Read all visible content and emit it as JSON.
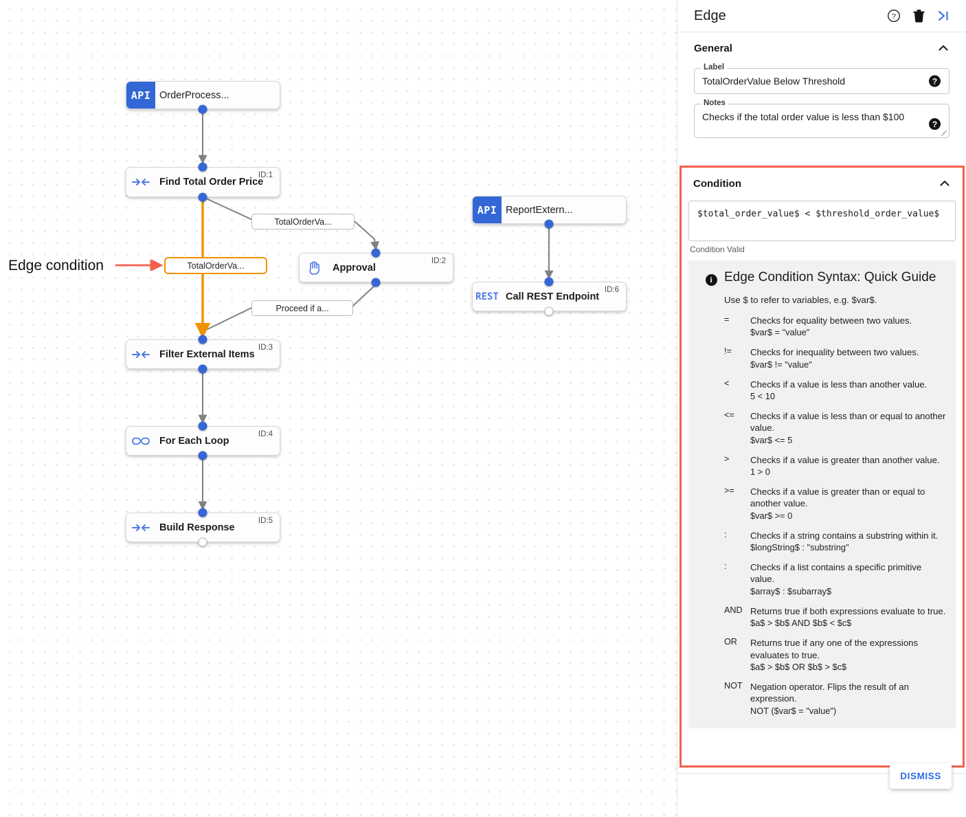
{
  "canvas": {
    "annotation": {
      "label": "Edge condition"
    },
    "nodes": [
      {
        "id": "n-orderprocess",
        "title": "OrderProcess...",
        "badge": "API",
        "idLabel": ""
      },
      {
        "id": "n-find-total",
        "title": "Find Total Order Price",
        "badge": "arrows",
        "idLabel": "ID:1"
      },
      {
        "id": "n-approval",
        "title": "Approval",
        "badge": "hand",
        "idLabel": "ID:2"
      },
      {
        "id": "n-filter",
        "title": "Filter External Items",
        "badge": "arrows",
        "idLabel": "ID:3"
      },
      {
        "id": "n-foreach",
        "title": "For Each Loop",
        "badge": "infinity",
        "idLabel": "ID:4"
      },
      {
        "id": "n-build",
        "title": "Build Response",
        "badge": "arrows",
        "idLabel": "ID:5"
      },
      {
        "id": "n-report",
        "title": "ReportExtern...",
        "badge": "API",
        "idLabel": ""
      },
      {
        "id": "n-rest",
        "title": "Call REST Endpoint",
        "badge": "REST",
        "idLabel": "ID:6"
      }
    ],
    "edge_labels": [
      {
        "id": "el-total-upper",
        "text": "TotalOrderVa...",
        "selected": false
      },
      {
        "id": "el-total-selected",
        "text": "TotalOrderVa...",
        "selected": true
      },
      {
        "id": "el-proceed",
        "text": "Proceed if a...",
        "selected": false
      }
    ],
    "colors": {
      "selected_edge": "#f29100",
      "node_port": "#3767d6",
      "annotation_arrow": "#f4604e"
    }
  },
  "panel": {
    "header": {
      "title": "Edge",
      "help_icon": "help-circle-icon",
      "delete_icon": "trash-icon",
      "collapse_icon": "collapse-panel-icon"
    },
    "general": {
      "section_title": "General",
      "collapse_icon": "chevron-up-icon",
      "label_field": {
        "legend": "Label",
        "value": "TotalOrderValue Below Threshold",
        "help": "?"
      },
      "notes_field": {
        "legend": "Notes",
        "value": "Checks if the total order value is less than $100",
        "help": "?"
      }
    },
    "condition": {
      "section_title": "Condition",
      "collapse_icon": "chevron-up-icon",
      "expression": "$total_order_value$ < $threshold_order_value$",
      "status": "Condition Valid",
      "highlight_color": "#f4604e",
      "guide": {
        "title": "Edge Condition Syntax: Quick Guide",
        "intro": "Use $ to refer to variables, e.g. $var$.",
        "operators": [
          {
            "symbol": "=",
            "description": "Checks for equality between two values.",
            "example": "$var$ = \"value\""
          },
          {
            "symbol": "!=",
            "description": "Checks for inequality between two values.",
            "example": "$var$ != \"value\""
          },
          {
            "symbol": "<",
            "description": "Checks if a value is less than another value.",
            "example": "5 < 10"
          },
          {
            "symbol": "<=",
            "description": "Checks if a value is less than or equal to another value.",
            "example": "$var$ <= 5"
          },
          {
            "symbol": ">",
            "description": "Checks if a value is greater than another value.",
            "example": "1 > 0"
          },
          {
            "symbol": ">=",
            "description": "Checks if a value is greater than or equal to another value.",
            "example": "$var$ >= 0"
          },
          {
            "symbol": ":",
            "description": "Checks if a string contains a substring within it.",
            "example": "$longString$ : \"substring\""
          },
          {
            "symbol": ":",
            "description": "Checks if a list contains a specific primitive value.",
            "example": "$array$ : $subarray$"
          },
          {
            "symbol": "AND",
            "description": "Returns true if both expressions evaluate to true.",
            "example": "$a$ > $b$ AND $b$ < $c$"
          },
          {
            "symbol": "OR",
            "description": "Returns true if any one of the expressions evaluates to true.",
            "example": "$a$ > $b$ OR $b$ > $c$"
          },
          {
            "symbol": "NOT",
            "description": "Negation operator. Flips the result of an expression.",
            "example": "NOT ($var$ = \"value\")"
          }
        ]
      }
    },
    "footer": {
      "dismiss_label": "DISMISS"
    }
  }
}
